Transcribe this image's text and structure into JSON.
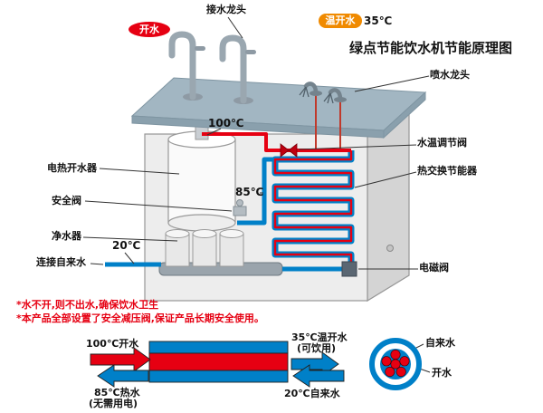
{
  "title": "绿点节能饮水机节能原理图",
  "top": {
    "faucet_label": "接水龙头",
    "boiling_badge": "开水",
    "warm_badge": "温开水",
    "warm_temp": "35℃",
    "spray_label": "喷水龙头"
  },
  "machine": {
    "temp_100": "100℃",
    "temp_85": "85℃",
    "temp_20": "20℃",
    "heater": "电热开水器",
    "safety_valve": "安全阀",
    "purifier": "净水器",
    "tap_inlet": "连接自来水",
    "temp_valve": "水温调节阀",
    "heat_exchanger": "热交换节能器",
    "solenoid_valve": "电磁阀"
  },
  "notes": {
    "line1": "*水不开,则不出水,确保饮水卫生",
    "line2": "*本产品全部设置了安全减压阀,保证产品长期安全使用。"
  },
  "schematic": {
    "in_hot": "100℃开水",
    "out_warm_line1": "35℃温开水",
    "out_warm_line2": "(可饮用)",
    "out_hot_line1": "85℃热水",
    "out_hot_line2": "(无需用电)",
    "in_cold": "20℃自来水"
  },
  "cross_section": {
    "outer_label": "自来水",
    "inner_label": "开水"
  },
  "colors": {
    "hot_red": "#e60012",
    "cold_blue": "#0080c8",
    "badge_orange": "#f08a00",
    "counter_top": "#a2b6c2"
  }
}
